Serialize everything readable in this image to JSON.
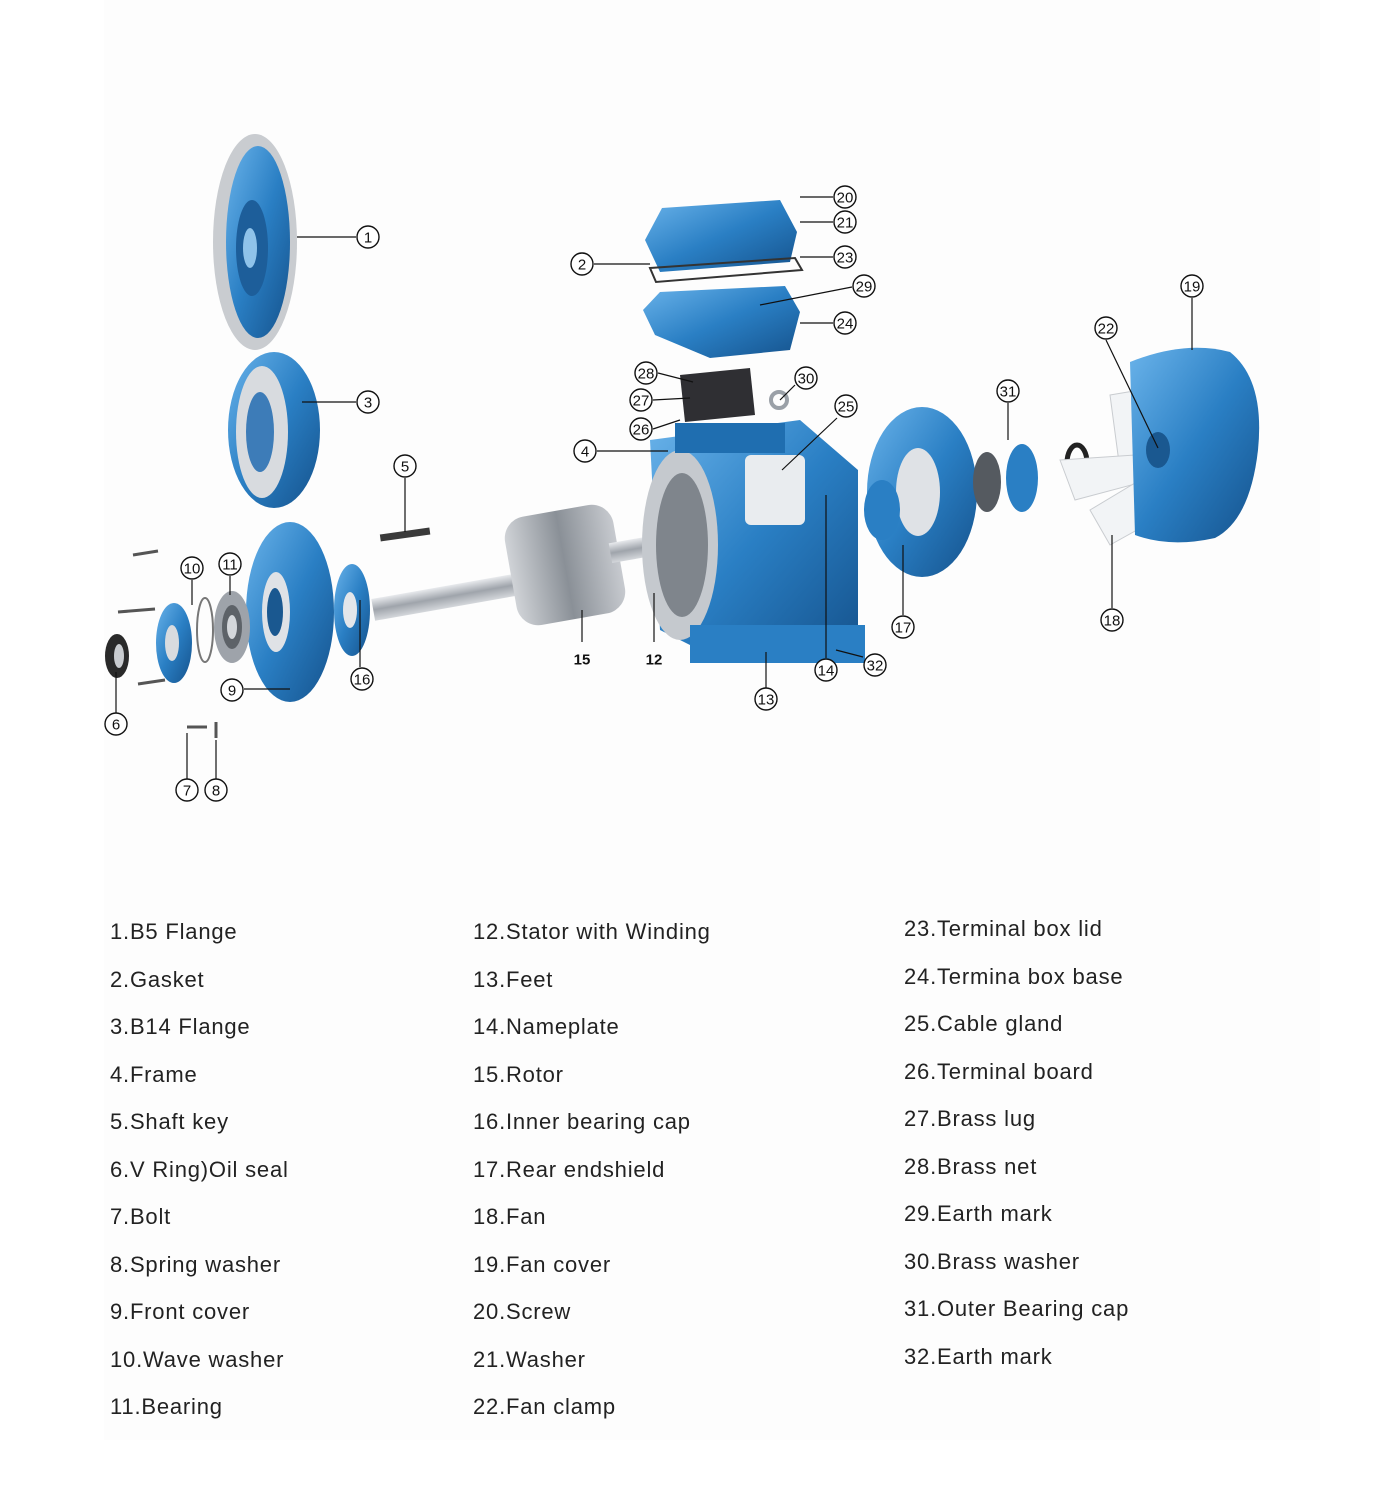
{
  "callouts": [
    {
      "num": "1"
    },
    {
      "num": "2"
    },
    {
      "num": "3"
    },
    {
      "num": "4"
    },
    {
      "num": "5"
    },
    {
      "num": "6"
    },
    {
      "num": "7"
    },
    {
      "num": "8"
    },
    {
      "num": "9"
    },
    {
      "num": "10"
    },
    {
      "num": "11"
    },
    {
      "num": "12"
    },
    {
      "num": "13"
    },
    {
      "num": "14"
    },
    {
      "num": "15"
    },
    {
      "num": "16"
    },
    {
      "num": "17"
    },
    {
      "num": "18"
    },
    {
      "num": "19"
    },
    {
      "num": "20"
    },
    {
      "num": "21"
    },
    {
      "num": "22"
    },
    {
      "num": "23"
    },
    {
      "num": "24"
    },
    {
      "num": "25"
    },
    {
      "num": "26"
    },
    {
      "num": "27"
    },
    {
      "num": "28"
    },
    {
      "num": "29"
    },
    {
      "num": "30"
    },
    {
      "num": "31"
    },
    {
      "num": "32"
    }
  ],
  "legend": {
    "col1": [
      "1.B5 Flange",
      "2.Gasket",
      "3.B14 Flange",
      "4.Frame",
      "5.Shaft key",
      "6.V Ring)Oil seal",
      "7.Bolt",
      "8.Spring washer",
      "9.Front cover",
      "10.Wave washer",
      "11.Bearing"
    ],
    "col2": [
      "12.Stator with Winding",
      "13.Feet",
      "14.Nameplate",
      "15.Rotor",
      "16.Inner bearing cap",
      "17.Rear endshield",
      "18.Fan",
      "19.Fan cover",
      "20.Screw",
      "21.Washer",
      "22.Fan clamp"
    ],
    "col3": [
      "23.Terminal box lid",
      "24.Termina box base",
      "25.Cable gland",
      "26.Terminal board",
      "27.Brass lug",
      "28.Brass net",
      "29.Earth mark",
      "30.Brass washer",
      "31.Outer Bearing cap",
      "32.Earth mark"
    ]
  },
  "colors": {
    "part_blue": "#2a7fc4",
    "part_dark": "#1b5a96",
    "part_light": "#5aa6e0",
    "steel": "#b8bcc2",
    "fan_white": "#f2f4f6"
  }
}
